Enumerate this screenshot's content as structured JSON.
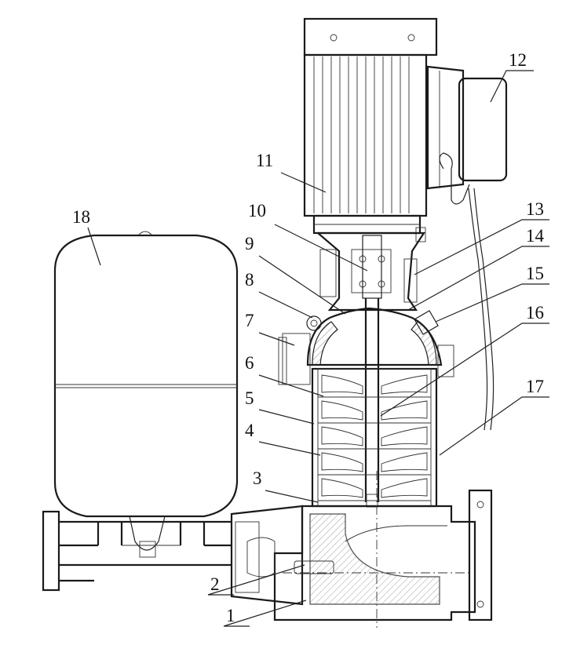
{
  "figure": {
    "callouts": [
      {
        "id": "1",
        "text": "1"
      },
      {
        "id": "2",
        "text": "2"
      },
      {
        "id": "3",
        "text": "3"
      },
      {
        "id": "4",
        "text": "4"
      },
      {
        "id": "5",
        "text": "5"
      },
      {
        "id": "6",
        "text": "6"
      },
      {
        "id": "7",
        "text": "7"
      },
      {
        "id": "8",
        "text": "8"
      },
      {
        "id": "9",
        "text": "9"
      },
      {
        "id": "10",
        "text": "10"
      },
      {
        "id": "11",
        "text": "11"
      },
      {
        "id": "12",
        "text": "12"
      },
      {
        "id": "13",
        "text": "13"
      },
      {
        "id": "14",
        "text": "14"
      },
      {
        "id": "15",
        "text": "15"
      },
      {
        "id": "16",
        "text": "16"
      },
      {
        "id": "17",
        "text": "17"
      },
      {
        "id": "18",
        "text": "18"
      }
    ]
  }
}
